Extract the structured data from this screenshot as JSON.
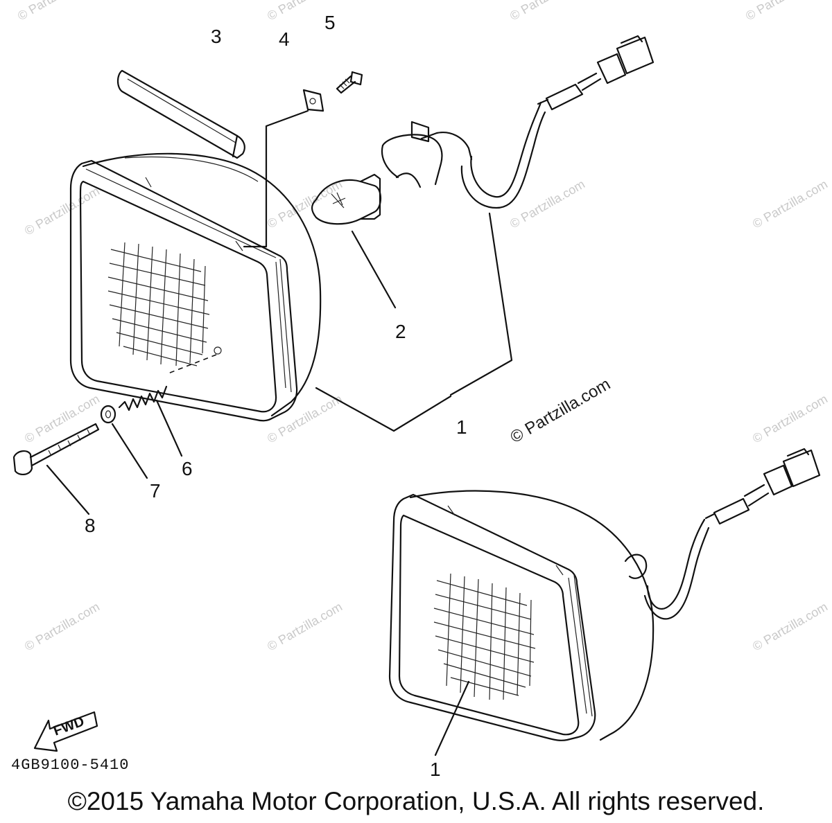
{
  "callouts": {
    "c1a": "1",
    "c1b": "1",
    "c2": "2",
    "c3": "3",
    "c4": "4",
    "c5": "5",
    "c6": "6",
    "c7": "7",
    "c8": "8"
  },
  "fwd_label": "FWD",
  "diagram_code": "4GB9100-5410",
  "watermark": "© Partzilla.com",
  "copyright": "©2015 Yamaha Motor Corporation, U.S.A. All rights reserved."
}
